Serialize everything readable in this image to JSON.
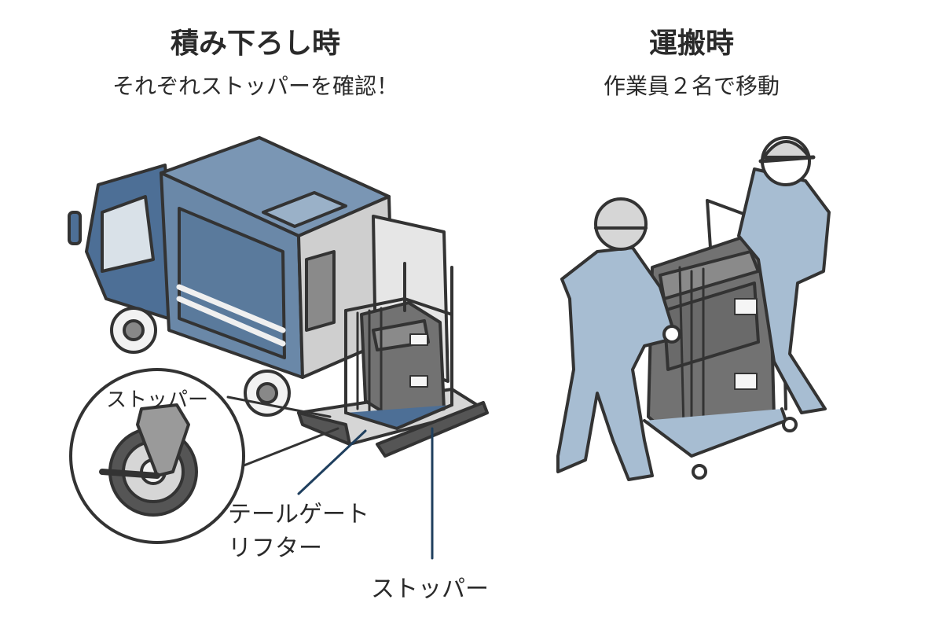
{
  "left_panel": {
    "title": "積み下ろし時",
    "subtitle": "それぞれストッパーを確認！",
    "callout_label": "ストッパー",
    "tailgate_label_line1": "テールゲート",
    "tailgate_label_line2": "リフター",
    "stopper_label": "ストッパー"
  },
  "right_panel": {
    "title": "運搬時",
    "subtitle": "作業員２名で移動"
  },
  "colors": {
    "outline": "#333333",
    "truck_blue": "#6a88a8",
    "truck_blue_dark": "#45648a",
    "cab_blue": "#4d6f96",
    "cargo_gray": "#767676",
    "worker_blue": "#a7bdd2",
    "leader_line": "#1f3f5e",
    "platform_gray": "#d6d6d6"
  },
  "icons": [
    "truck",
    "roll-cage-cart",
    "stopper-wheel",
    "worker",
    "helmet"
  ]
}
